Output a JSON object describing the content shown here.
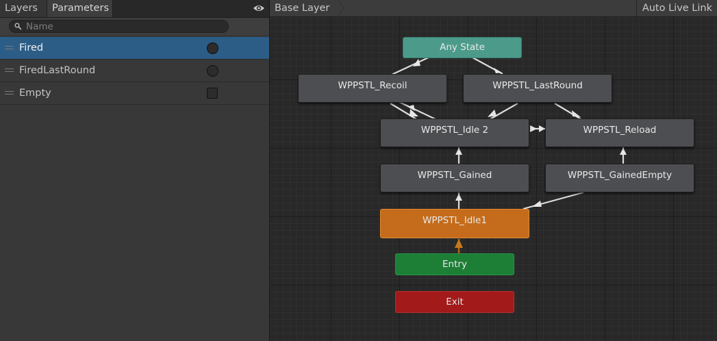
{
  "tabs": {
    "layers": "Layers",
    "parameters": "Parameters"
  },
  "search": {
    "placeholder": "Name",
    "value": ""
  },
  "parameters": [
    {
      "name": "Fired",
      "type": "trigger",
      "selected": true
    },
    {
      "name": "FiredLastRound",
      "type": "trigger",
      "selected": false
    },
    {
      "name": "Empty",
      "type": "bool",
      "selected": false
    }
  ],
  "breadcrumb": {
    "layer": "Base Layer"
  },
  "toolbar": {
    "auto_live_link": "Auto Live Link"
  },
  "states": {
    "any_state": "Any State",
    "recoil": "WPPSTL_Recoil",
    "last_round": "WPPSTL_LastRound",
    "idle2": "WPPSTL_Idle 2",
    "reload": "WPPSTL_Reload",
    "gained": "WPPSTL_Gained",
    "gained_empty": "WPPSTL_GainedEmpty",
    "idle1": "WPPSTL_Idle1",
    "entry": "Entry",
    "exit": "Exit"
  },
  "icons": {
    "eye": "eye-icon",
    "search": "search-icon",
    "plus": "plus-icon",
    "dropdown": "chevron-down-icon",
    "drag": "drag-handle-icon"
  },
  "colors": {
    "selected_row": "#2c5d87",
    "any_state": "#4c9b8a",
    "default_state": "#c46c1b",
    "entry": "#1d7e36",
    "exit": "#a21a1a",
    "state": "#4d4e51"
  }
}
